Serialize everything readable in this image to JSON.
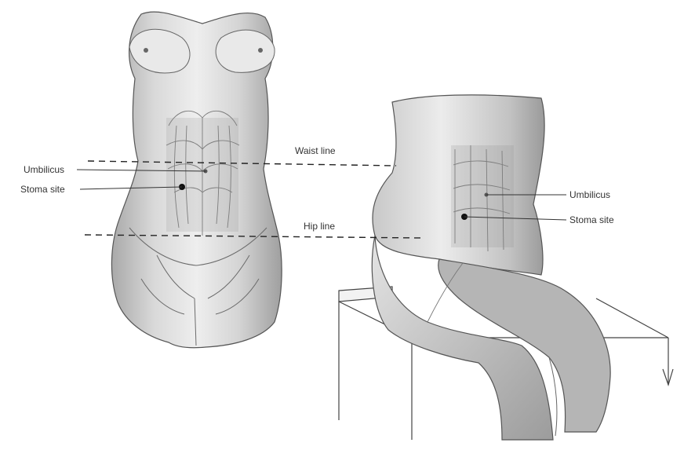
{
  "labels": {
    "waist_line": "Waist line",
    "hip_line": "Hip line",
    "front_umbilicus": "Umbilicus",
    "front_stoma": "Stoma site",
    "side_umbilicus": "Umbilicus",
    "side_stoma": "Stoma site"
  },
  "colors": {
    "ink": "#333333",
    "skin_shade": "#bdbdbd",
    "skin_light": "#e6e6e6",
    "background": "#ffffff"
  }
}
